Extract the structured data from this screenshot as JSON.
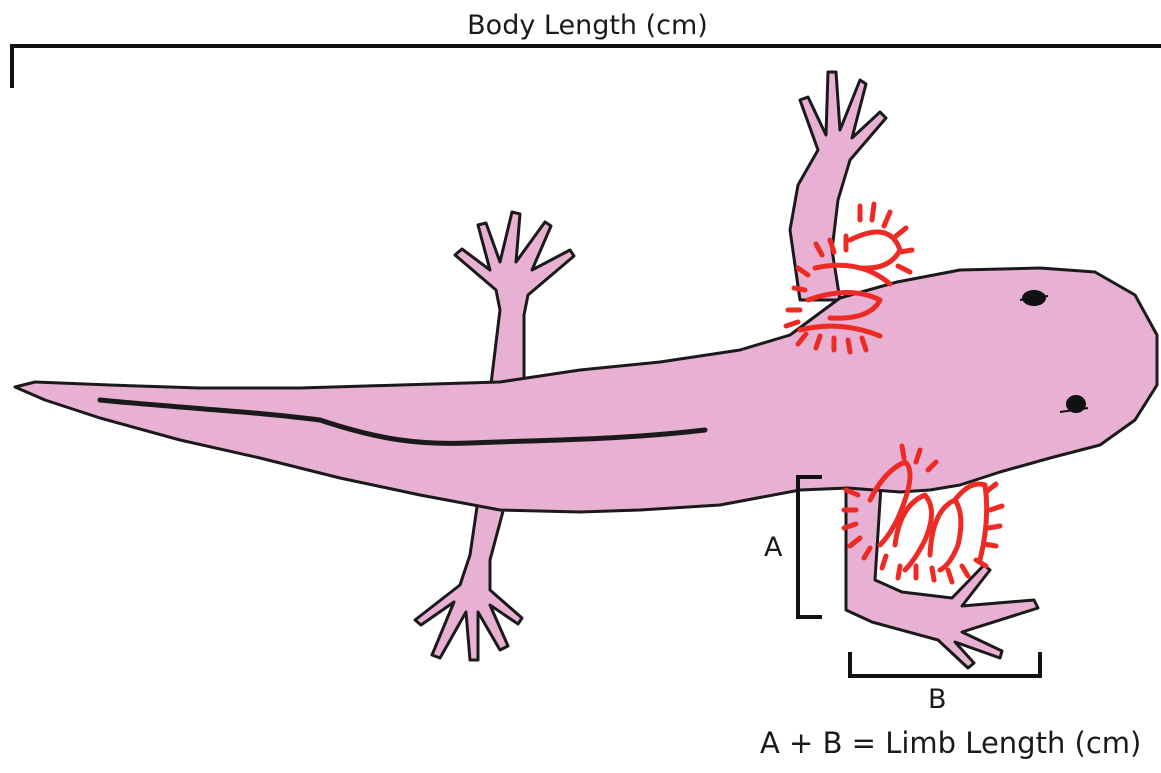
{
  "diagram": {
    "title": "Body Length (cm)",
    "label_a": "A",
    "label_b": "B",
    "formula": "A + B = Limb Length (cm)"
  },
  "colors": {
    "body_fill": "#e8b0d2",
    "outline": "#1a1a1a",
    "gills": "#ee2a24",
    "bracket": "#111111"
  },
  "icons": {
    "animal": "axolotl-icon",
    "gills": "gill-icon"
  }
}
